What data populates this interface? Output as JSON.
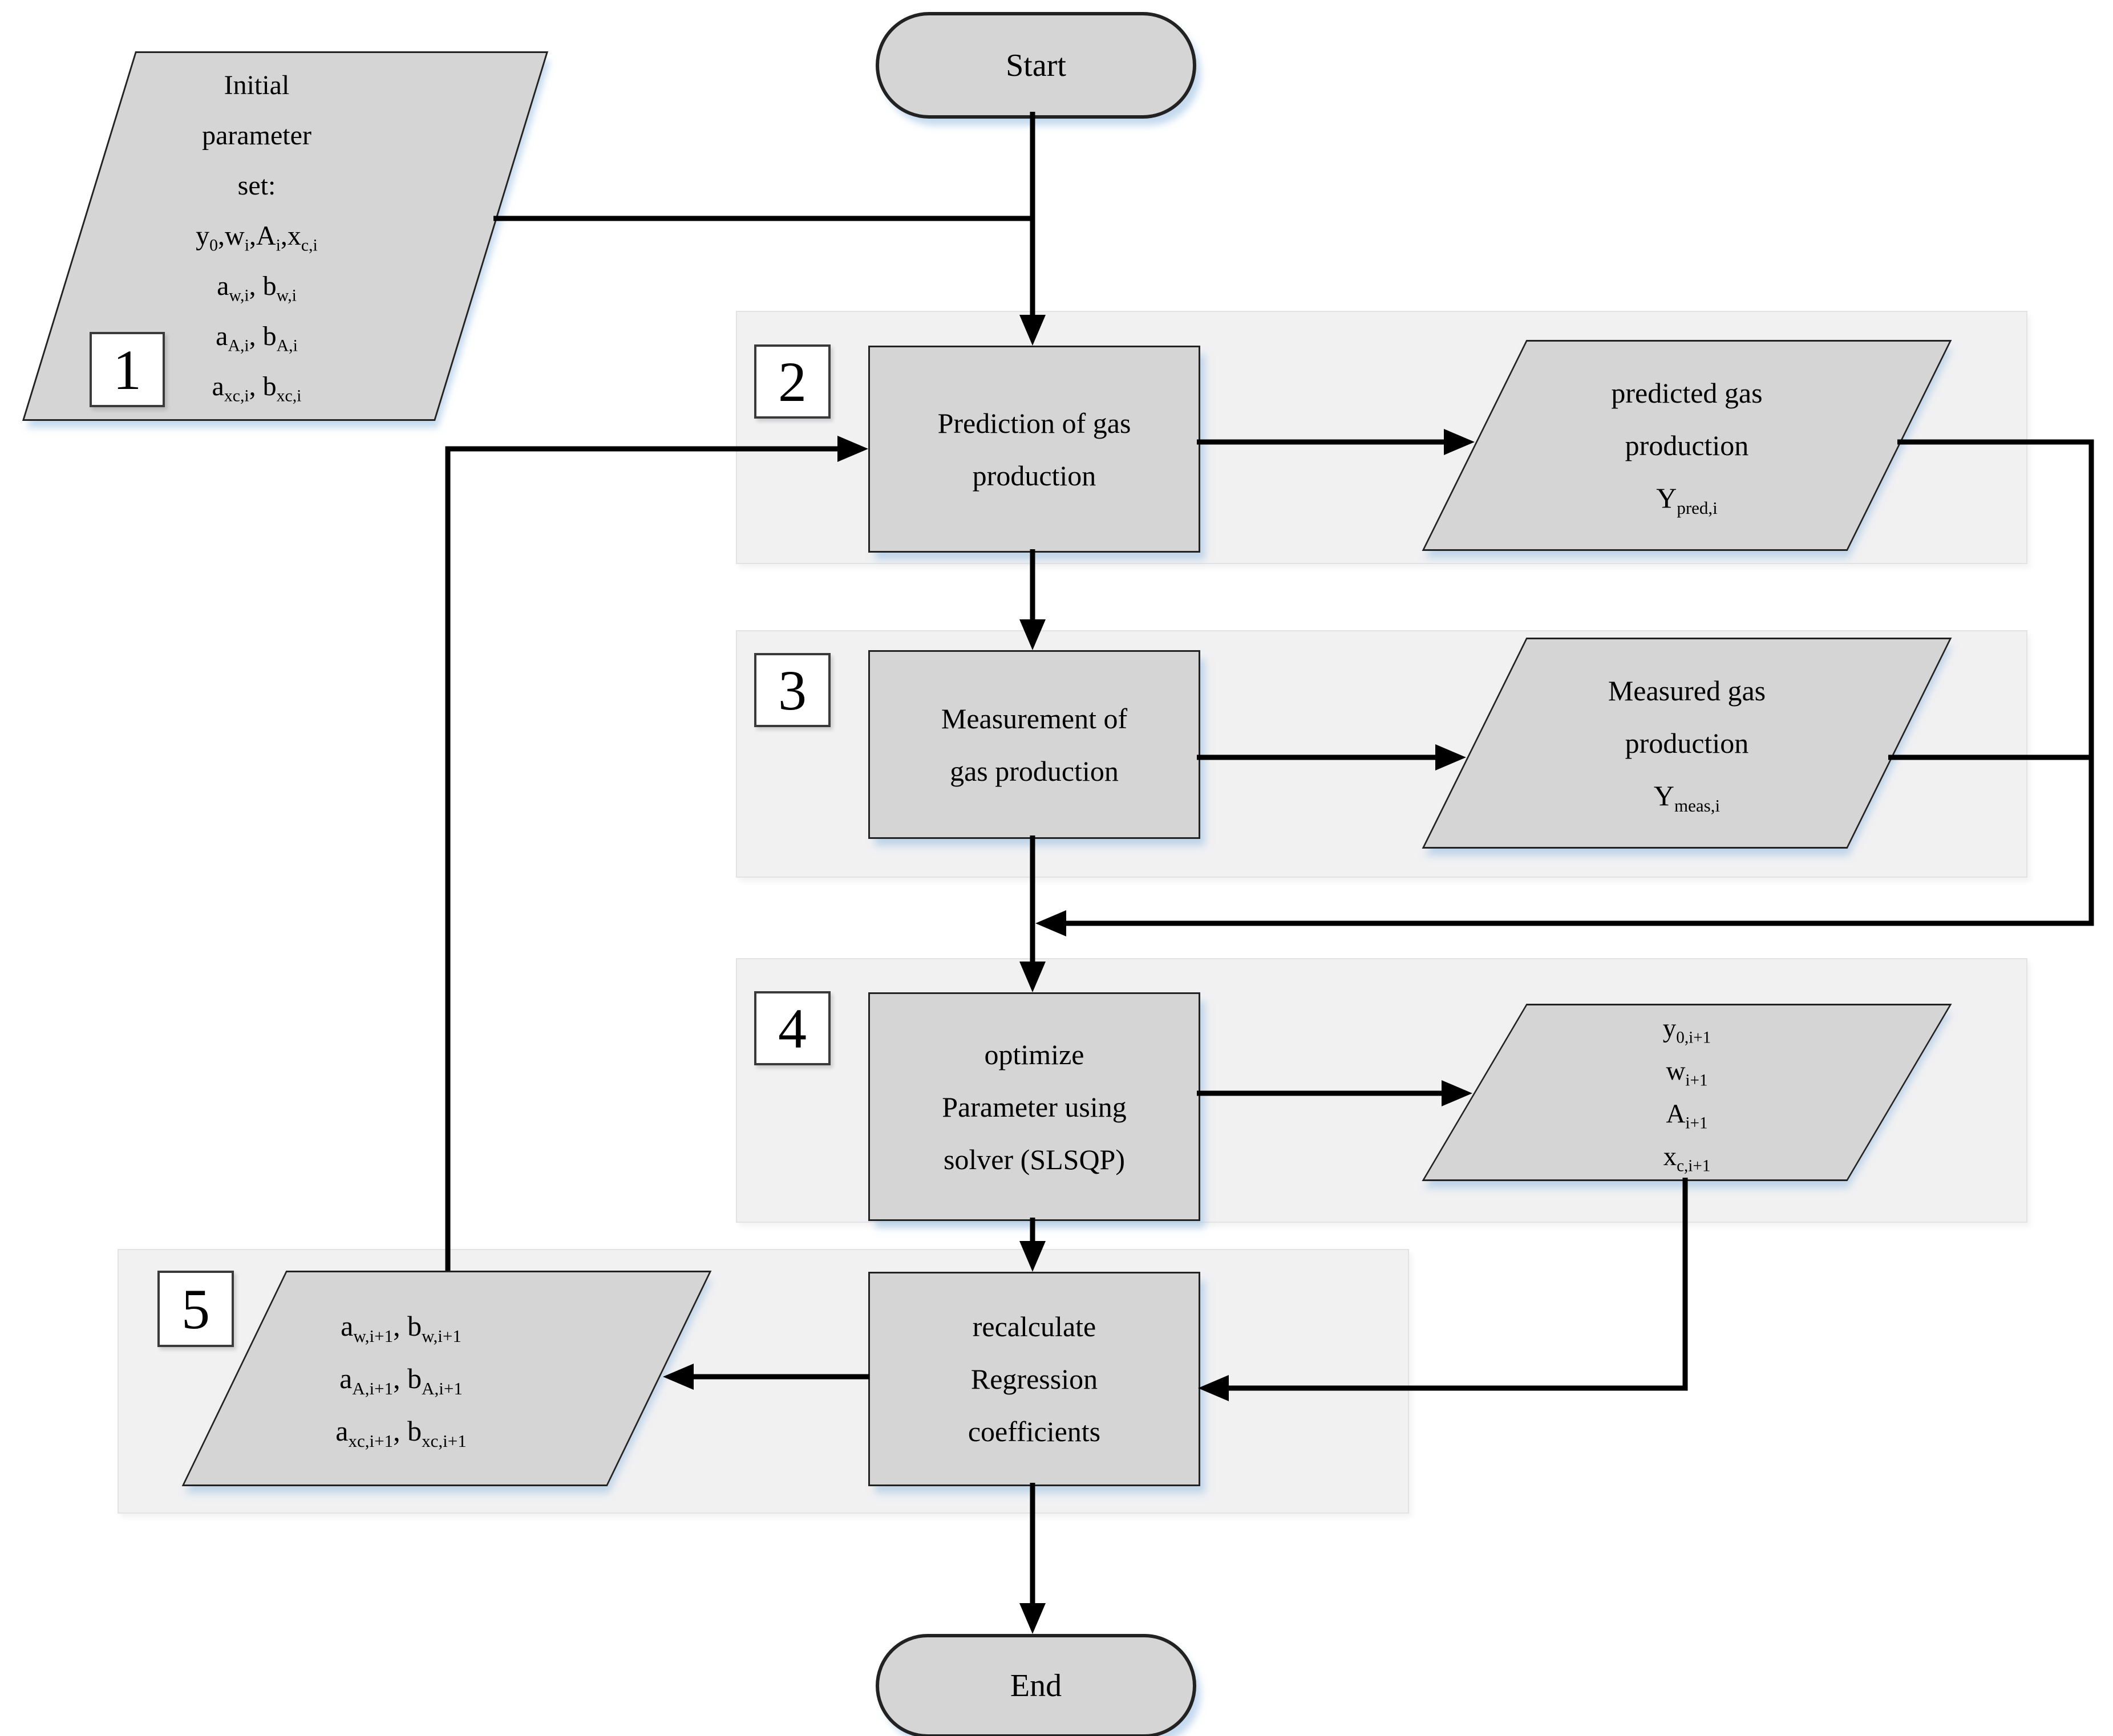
{
  "flowchart": {
    "start_label": "Start",
    "end_label": "End",
    "s1": {
      "number": "1",
      "lines": [
        "Initial",
        "parameter",
        "set:",
        "y_{0},w_{i},A_{i},x_{c,i}",
        "a_{w,i}, b_{w,i}",
        "a_{A,i}, b_{A,i}",
        "a_{xc,i}, b_{xc,i}"
      ]
    },
    "s2": {
      "number": "2",
      "box_lines": [
        "Prediction of gas",
        "production"
      ],
      "out_lines": [
        "predicted gas",
        "production",
        "Y_{pred,i}"
      ]
    },
    "s3": {
      "number": "3",
      "box_lines": [
        "Measurement of",
        "gas production"
      ],
      "out_lines": [
        "Measured gas",
        "production",
        "Y_{meas,i}"
      ]
    },
    "s4": {
      "number": "4",
      "box_lines": [
        "optimize",
        "Parameter using",
        "solver (SLSQP)"
      ],
      "out_lines": [
        "y_{0,i+1}",
        "w_{i+1}",
        "A_{i+1}",
        "x_{c,i+1}"
      ]
    },
    "s5": {
      "number": "5",
      "box_lines": [
        "recalculate",
        "Regression",
        "coefficients"
      ],
      "out_lines": [
        "a_{w,i+1}, b_{w,i+1}",
        "a_{A,i+1}, b_{A,i+1}",
        "a_{xc,i+1}, b_{xc,i+1}"
      ]
    },
    "colors": {
      "shape_fill": "#d5d5d5",
      "shape_border": "#222222",
      "band_fill": "#f1f1f2",
      "line": "#000000",
      "shadow": "#9ec1e4"
    }
  }
}
